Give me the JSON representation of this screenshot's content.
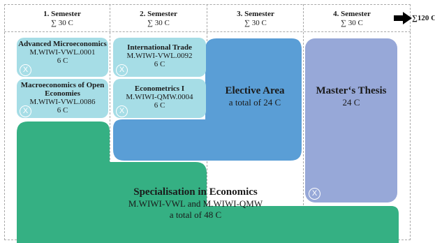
{
  "semesters": [
    {
      "title": "1. Semester",
      "credits": "∑ 30 C"
    },
    {
      "title": "2. Semester",
      "credits": "∑ 30 C"
    },
    {
      "title": "3. Semester",
      "credits": "∑ 30 C"
    },
    {
      "title": "4. Semester",
      "credits": "∑ 30 C"
    }
  ],
  "total": "∑120 C",
  "modules": [
    {
      "name": "Advanced Microeconomics",
      "code": "M.WIWI-VWL.0001",
      "credits": "6 C"
    },
    {
      "name": "International Trade",
      "code": "M.WIWI-VWL.0092",
      "credits": "6 C"
    },
    {
      "name": "Macroeconomics of Open Economies",
      "code": "M.WIWI-VWL.0086",
      "credits": "6 C"
    },
    {
      "name": "Econometrics I",
      "code": "M.WIWI-QMW.0004",
      "credits": "6 C"
    }
  ],
  "elective": {
    "title": "Elective Area",
    "line": "a total of 24 C"
  },
  "thesis": {
    "title": "Master‘s Thesis",
    "line": "24 C"
  },
  "specialisation": {
    "title": "Specialisation in Economics",
    "line1": "M.WIWI-VWL and M.WIWI-QMW",
    "line2": "a total of 48 C"
  },
  "marker": "X",
  "colors": {
    "module": "#a6dde6",
    "elective": "#5a9ed6",
    "thesis": "#97a8d8",
    "specialisation": "#35b083"
  }
}
